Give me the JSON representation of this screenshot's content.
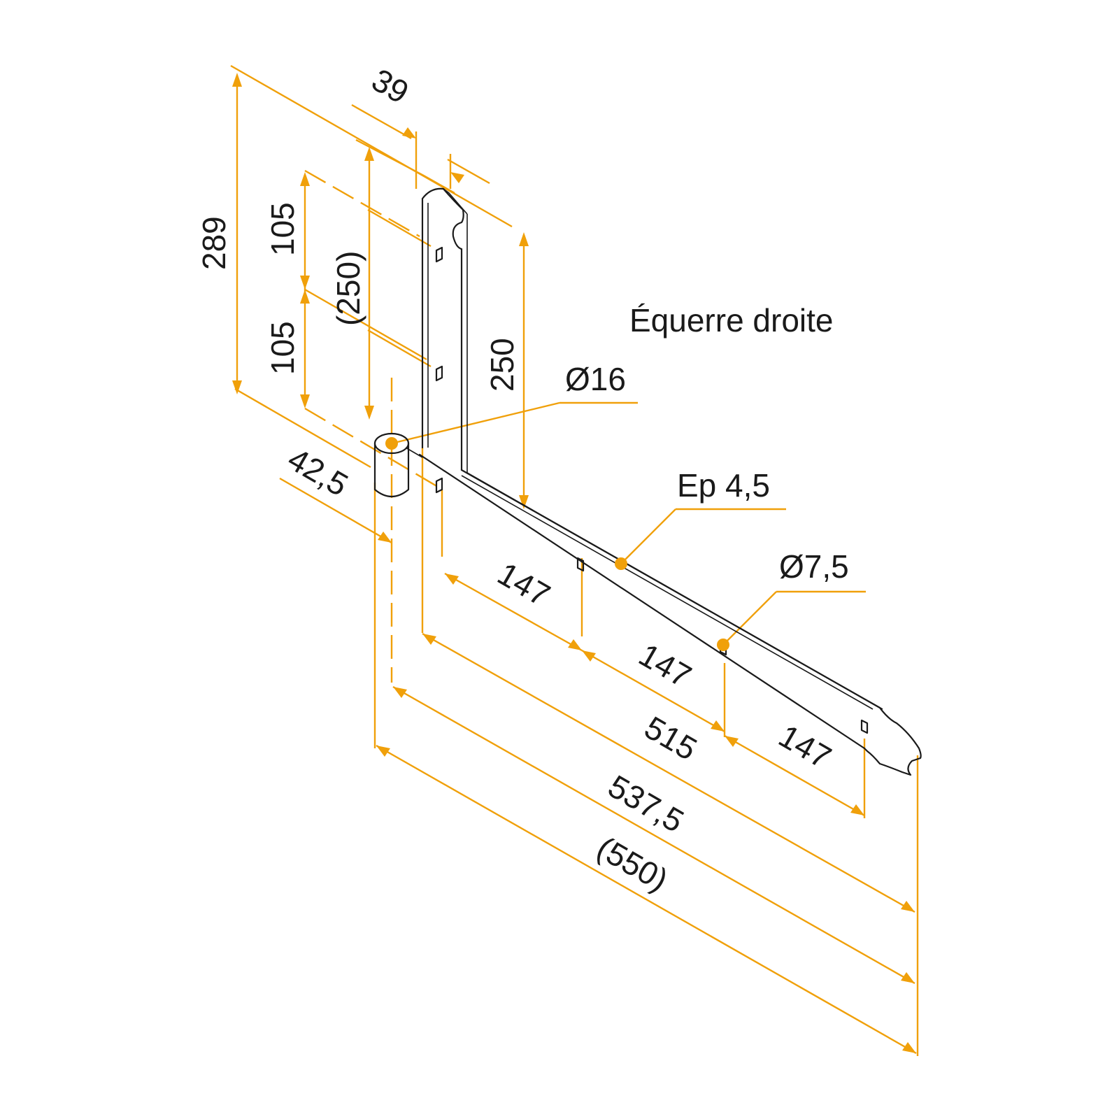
{
  "title": "Équerre droite",
  "colors": {
    "dimension": "#f0a00a",
    "ink": "#1a1a1a",
    "background": "#ffffff"
  },
  "labels": {
    "height_total": "289",
    "flange_width": "39",
    "hole_spacing_upper": "105",
    "hole_spacing_lower": "105",
    "vertical_ref": "(250)",
    "vertical_length": "250",
    "pin_diameter": "Ø16",
    "thickness": "Ep 4,5",
    "hole_diameter": "Ø7,5",
    "pin_offset": "42,5",
    "hole_spacing_1": "147",
    "hole_spacing_2": "147",
    "hole_spacing_3": "147",
    "length_515": "515",
    "length_537": "537,5",
    "length_total": "(550)"
  }
}
